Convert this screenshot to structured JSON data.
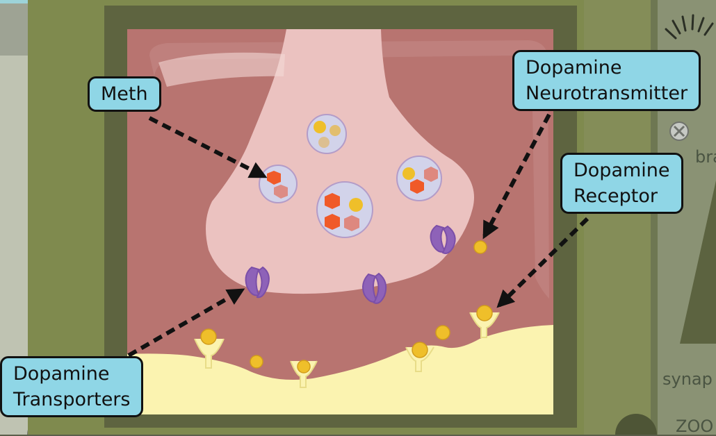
{
  "labels": {
    "meth": "Meth",
    "neurotransmitter_line1": "Dopamine",
    "neurotransmitter_line2": "Neurotransmitter",
    "receptor_line1": "Dopamine",
    "receptor_line2": "Receptor",
    "transporters_line1": "Dopamine",
    "transporters_line2": "Transporters"
  },
  "side_panel": {
    "brain_text": "bra",
    "synapse_text": "synap",
    "zoom_text": "ZOO"
  },
  "colors": {
    "label_fill": "#8fd6e6",
    "synapse_background": "#b87470",
    "presynaptic_terminal": "#ebc2c0",
    "postsynaptic_membrane": "#fbf3b0",
    "dopamine": "#efbf2a",
    "meth": "#f05a28",
    "transporter": "#8e62b8",
    "frame_outer": "#7f8a4e",
    "frame_inner": "#5e6440"
  }
}
